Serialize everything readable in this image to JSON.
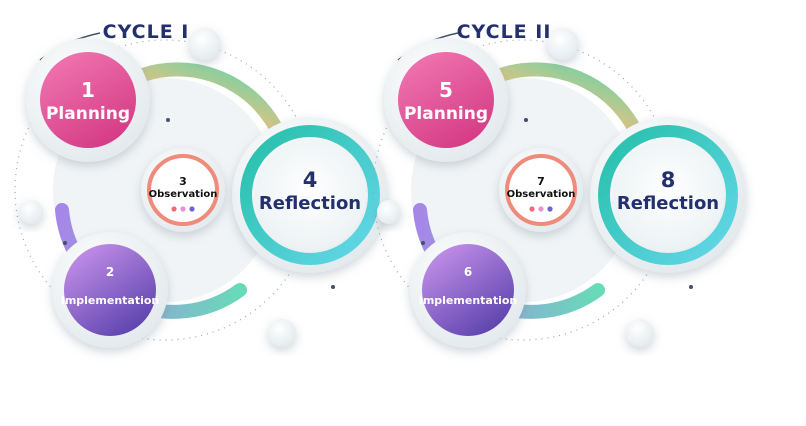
{
  "cycles": [
    {
      "title": "CYCLE I",
      "planning": {
        "number": "1",
        "label": "Planning"
      },
      "implementation": {
        "number": "2",
        "label": "Implementation"
      },
      "observation": {
        "number": "3",
        "label": "Observation"
      },
      "reflection": {
        "number": "4",
        "label": "Reflection"
      }
    },
    {
      "title": "CYCLE II",
      "planning": {
        "number": "5",
        "label": "Planning"
      },
      "implementation": {
        "number": "6",
        "label": "Implementation"
      },
      "observation": {
        "number": "7",
        "label": "Observation"
      },
      "reflection": {
        "number": "8",
        "label": "Reflection"
      }
    }
  ],
  "colors": {
    "title": "#24306e",
    "planning": [
      "#f06aa8",
      "#d9428b"
    ],
    "implementation": [
      "#c48ae8",
      "#6a4bb8"
    ],
    "reflection_ring": [
      "#2ec4b0",
      "#57d6e6"
    ],
    "outer_ring": [
      "#f2799f",
      "#f6c07a",
      "#57d6b0"
    ],
    "observation_ring": "#f08a7a",
    "dots": [
      "#f06a7a",
      "#e98fd4",
      "#6b63d6"
    ]
  }
}
